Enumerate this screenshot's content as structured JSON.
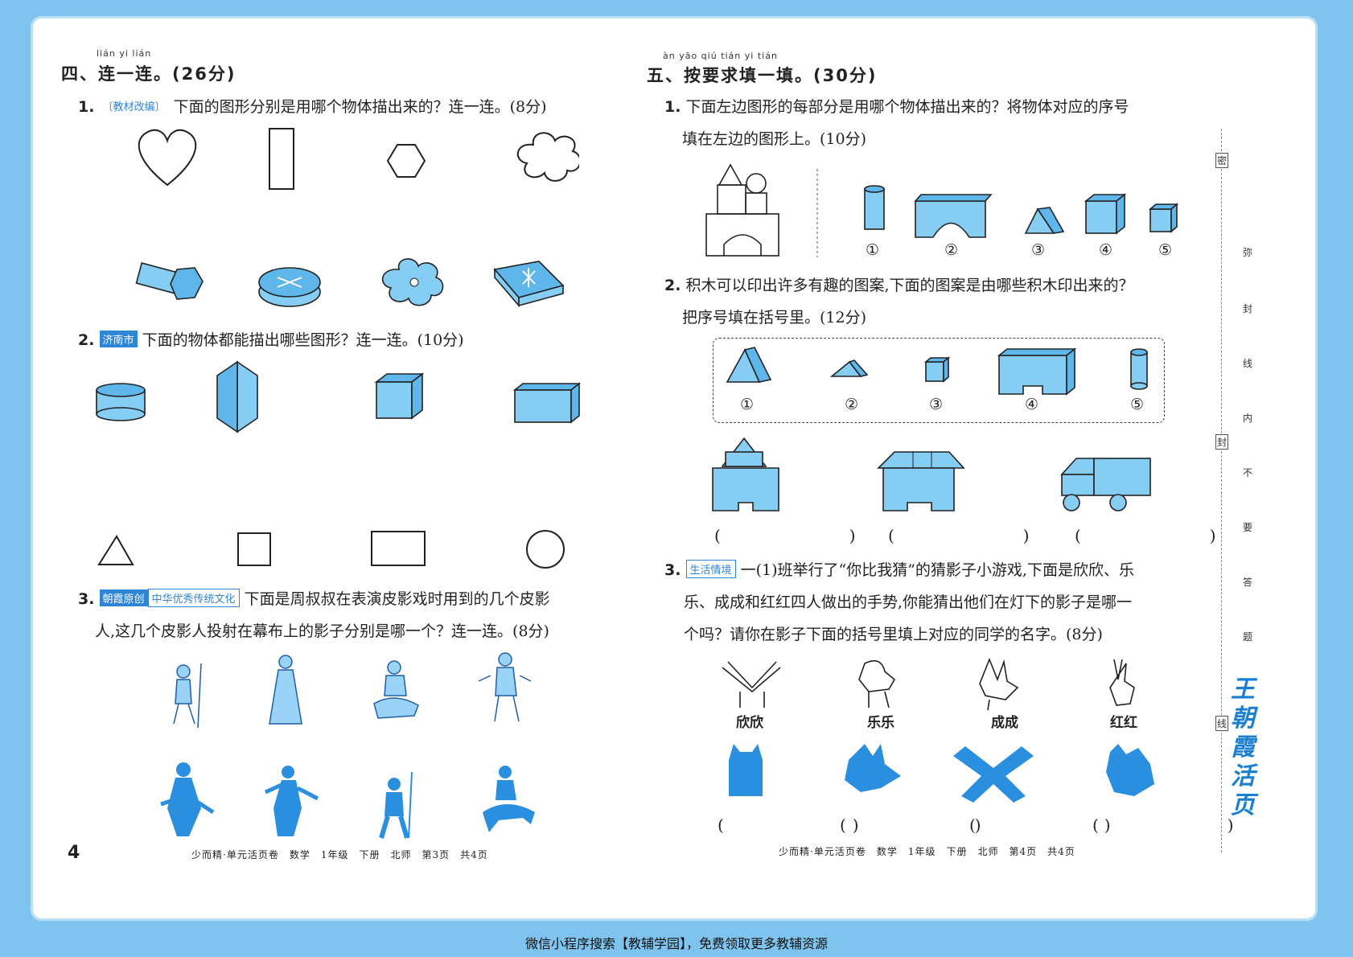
{
  "left": {
    "section": {
      "pinyin": "lián yi lián",
      "title": "四、连一连。(26分)"
    },
    "q1": {
      "num": "1.",
      "tag": "〔教材改编〕",
      "text": "下面的图形分别是用哪个物体描出来的？连一连。(8分)"
    },
    "q2": {
      "num": "2.",
      "tag": "济南市",
      "text": "下面的物体都能描出哪些图形？连一连。(10分)"
    },
    "q3": {
      "num": "3.",
      "tag1": "朝霞原创",
      "tag2": "中华优秀传统文化",
      "text_line1": "下面是周叔叔在表演皮影戏时用到的几个皮影",
      "text_line2": "人,这几个皮影人投射在幕布上的影子分别是哪一个？连一连。(8分)"
    },
    "page_number": "4",
    "footer": "少而精·单元活页卷　数学　1年级　下册　北师　第3页　共4页"
  },
  "right": {
    "section": {
      "pinyin": "àn yāo qiú tián yi tián",
      "title": "五、按要求填一填。(30分)"
    },
    "q1": {
      "num": "1.",
      "text_line1": "下面左边图形的每部分是用哪个物体描出来的？将物体对应的序号",
      "text_line2": "填在左边的图形上。(10分)",
      "labels": [
        "①",
        "②",
        "③",
        "④",
        "⑤"
      ]
    },
    "q2": {
      "num": "2.",
      "text_line1": "积木可以印出许多有趣的图案,下面的图案是由哪些积木印出来的？",
      "text_line2": "把序号填在括号里。(12分)",
      "labels": [
        "①",
        "②",
        "③",
        "④",
        "⑤"
      ],
      "paren": "(　　)"
    },
    "q3": {
      "num": "3.",
      "tag": "生活情境",
      "text_line1": "一(1)班举行了“你比我猜”的猜影子小游戏,下面是欣欣、乐",
      "text_line2": "乐、成成和红红四人做出的手势,你能猜出他们在灯下的影子是哪一",
      "text_line3": "个吗？请你在影子下面的括号里填上对应的同学的名字。(8分)",
      "names": [
        "欣欣",
        "乐乐",
        "成成",
        "红红"
      ],
      "paren": "(　　)"
    },
    "footer": "少而精·单元活页卷　数学　1年级　下册　北师　第4页　共4页"
  },
  "side_text": [
    "弥",
    "封",
    "线",
    "内",
    "不",
    "要",
    "答",
    "题"
  ],
  "side_marks": [
    "密",
    "封",
    "线"
  ],
  "brand": "王朝霞活页",
  "promo": "微信小程序搜索【教辅学园】，免费领取更多教辅资源",
  "colors": {
    "frame_blue": "#7fc4ee",
    "fill_blue": "#86cdf4",
    "shadow_blue": "#2b8fe0",
    "tag_blue": "#2f86d6"
  }
}
